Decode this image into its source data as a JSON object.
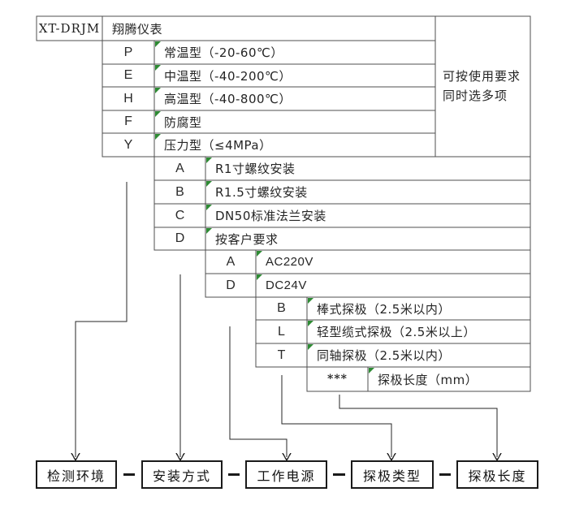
{
  "title_row": {
    "model": "XT-DRJM",
    "brand": "翔腾仪表"
  },
  "side_note": {
    "lines": [
      "可按使用要求",
      "同时选多项"
    ]
  },
  "tiers": [
    {
      "field": "检测环境",
      "rows": [
        {
          "code": "P",
          "desc": "常温型（-20-60℃）"
        },
        {
          "code": "E",
          "desc": "中温型（-40-200℃）"
        },
        {
          "code": "H",
          "desc": "高温型（-40-800℃）"
        },
        {
          "code": "F",
          "desc": "防腐型"
        },
        {
          "code": "Y",
          "desc": "压力型（≤4MPa）"
        }
      ]
    },
    {
      "field": "安装方式",
      "rows": [
        {
          "code": "A",
          "desc": "R1寸螺纹安装"
        },
        {
          "code": "B",
          "desc": "R1.5寸螺纹安装"
        },
        {
          "code": "C",
          "desc": "DN50标准法兰安装"
        },
        {
          "code": "D",
          "desc": "按客户要求"
        }
      ]
    },
    {
      "field": "工作电源",
      "rows": [
        {
          "code": "A",
          "desc": "AC220V"
        },
        {
          "code": "D",
          "desc": "DC24V"
        }
      ]
    },
    {
      "field": "探极类型",
      "rows": [
        {
          "code": "B",
          "desc": "棒式探极（2.5米以内）"
        },
        {
          "code": "L",
          "desc": "轻型缆式探极（2.5米以上）"
        },
        {
          "code": "T",
          "desc": "同轴探极（2.5米以内）"
        }
      ]
    },
    {
      "field": "探极长度",
      "rows": [
        {
          "code": "***",
          "desc": "探极长度（mm）"
        }
      ]
    }
  ],
  "bottom_labels": [
    "检测环境",
    "安装方式",
    "工作电源",
    "探极类型",
    "探极长度"
  ],
  "separator": "—",
  "colors": {
    "grid": "#4f4f4f",
    "connector": "#262626",
    "corner_mark": "#2e8b34",
    "box_border": "#1a1a1a",
    "background": "#ffffff"
  }
}
